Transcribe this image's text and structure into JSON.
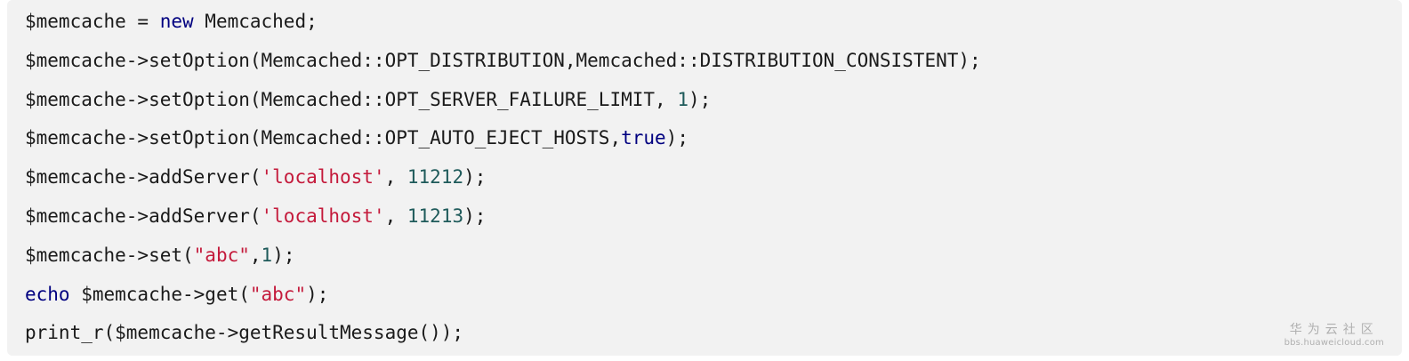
{
  "code": {
    "lines": [
      [
        {
          "t": "$memcache = ",
          "c": "plain"
        },
        {
          "t": "new",
          "c": "keyword"
        },
        {
          "t": " Memcached;",
          "c": "plain"
        }
      ],
      [
        {
          "t": "$memcache->setOption(Memcached::OPT_DISTRIBUTION,Memcached::DISTRIBUTION_CONSISTENT);",
          "c": "plain"
        }
      ],
      [
        {
          "t": "$memcache->setOption(Memcached::OPT_SERVER_FAILURE_LIMIT, ",
          "c": "plain"
        },
        {
          "t": "1",
          "c": "number"
        },
        {
          "t": ");",
          "c": "plain"
        }
      ],
      [
        {
          "t": "$memcache->setOption(Memcached::OPT_AUTO_EJECT_HOSTS,",
          "c": "plain"
        },
        {
          "t": "true",
          "c": "keyword"
        },
        {
          "t": ");",
          "c": "plain"
        }
      ],
      [
        {
          "t": "$memcache->addServer(",
          "c": "plain"
        },
        {
          "t": "'localhost'",
          "c": "string"
        },
        {
          "t": ", ",
          "c": "plain"
        },
        {
          "t": "11212",
          "c": "number"
        },
        {
          "t": ");",
          "c": "plain"
        }
      ],
      [
        {
          "t": "$memcache->addServer(",
          "c": "plain"
        },
        {
          "t": "'localhost'",
          "c": "string"
        },
        {
          "t": ", ",
          "c": "plain"
        },
        {
          "t": "11213",
          "c": "number"
        },
        {
          "t": ");",
          "c": "plain"
        }
      ],
      [
        {
          "t": "$memcache->set(",
          "c": "plain"
        },
        {
          "t": "\"abc\"",
          "c": "string"
        },
        {
          "t": ",",
          "c": "plain"
        },
        {
          "t": "1",
          "c": "number"
        },
        {
          "t": ");",
          "c": "plain"
        }
      ],
      [
        {
          "t": "echo",
          "c": "keyword"
        },
        {
          "t": " $memcache->get(",
          "c": "plain"
        },
        {
          "t": "\"abc\"",
          "c": "string"
        },
        {
          "t": ");",
          "c": "plain"
        }
      ],
      [
        {
          "t": "print_r($memcache->getResultMessage());",
          "c": "plain"
        }
      ]
    ]
  },
  "watermark": {
    "title": "华为云社区",
    "url": "bbs.huaweicloud.com"
  },
  "colors": {
    "keyword": "#000080",
    "string": "#c41a3b",
    "number": "#1e5a5a",
    "plain": "#1a1a1a",
    "background": "#f2f2f2"
  }
}
